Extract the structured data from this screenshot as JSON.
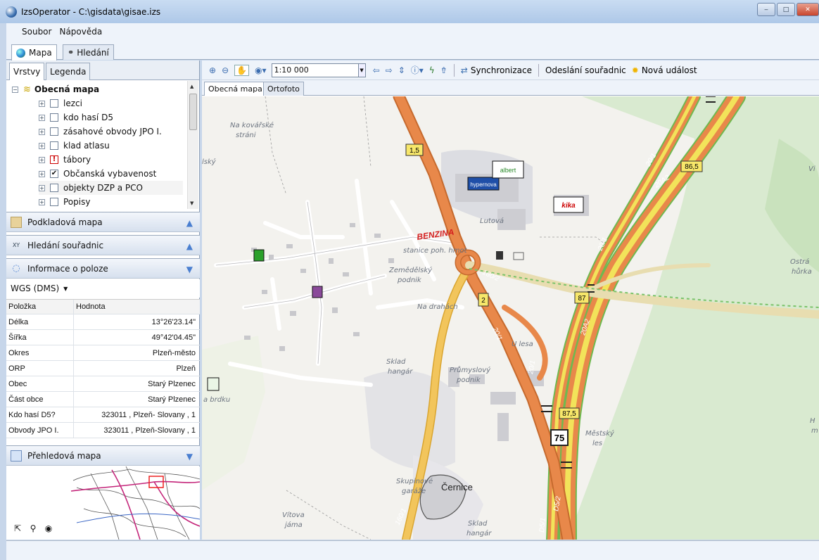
{
  "window": {
    "title": "IzsOperator - C:\\gisdata\\gisae.izs",
    "min": "‒",
    "max": "□",
    "close": "✕"
  },
  "menu": [
    "Soubor",
    "Nápověda"
  ],
  "main_tabs": [
    {
      "label": "Mapa"
    },
    {
      "label": "Hledání"
    }
  ],
  "left_tabs": [
    "Vrstvy",
    "Legenda"
  ],
  "layers": {
    "root": "Obecná mapa",
    "items": [
      {
        "label": "lezci",
        "checked": false
      },
      {
        "label": "kdo hasí D5",
        "checked": false
      },
      {
        "label": "zásahové obvody JPO I.",
        "checked": false
      },
      {
        "label": "klad atlasu",
        "checked": false
      },
      {
        "label": "tábory",
        "checked": false,
        "warning": true
      },
      {
        "label": "Občanská vybavenost",
        "checked": true
      },
      {
        "label": "objekty DZP a PCO",
        "checked": false
      },
      {
        "label": "Popisy",
        "checked": false
      }
    ]
  },
  "panels": {
    "podkladova": "Podkladová mapa",
    "hledani": "Hledání souřadnic",
    "informace": "Informace o poloze",
    "prehledova": "Přehledová mapa",
    "xy_icon": "XY"
  },
  "coord_system": "WGS (DMS)",
  "info_grid": {
    "headers": [
      "Položka",
      "Hodnota"
    ],
    "rows": [
      [
        "Délka",
        "13°26'23.14\""
      ],
      [
        "Šířka",
        "49°42'04.45\""
      ],
      [
        "Okres",
        "Plzeň-město"
      ],
      [
        "ORP",
        "Plzeň"
      ],
      [
        "Obec",
        "Starý Plzenec"
      ],
      [
        "Část obce",
        "Starý Plzenec"
      ],
      [
        "Kdo hasí D5?",
        "323011 , Plzeň- Slovany , 1"
      ],
      [
        "Obvody JPO I.",
        "323011 , Plzeň-Slovany , 1"
      ]
    ]
  },
  "toolbar": {
    "scale": "1:10 000",
    "sync": "Synchronizace",
    "send": "Odeslání souřadnic",
    "new_event": "Nová událost"
  },
  "map_tabs": [
    "Obecná mapa",
    "Ortofoto"
  ],
  "map_labels": {
    "kovarske": "Na kovářské",
    "strani": "stráni",
    "sky": "lský",
    "lutova": "Lutová",
    "benzina": "BENZINA",
    "stanice": "stanice poh. hmot",
    "zemedelsky": "Zemědělský",
    "podnik": "podnik",
    "na_drahach": "Na drahách",
    "u_lesa": "U lesa",
    "sklad": "Sklad",
    "hangar": "hangár",
    "prumyslovy": "Průmyslový",
    "podnik2": "podnik",
    "brdku": "a brdku",
    "mestsky": "Městský",
    "les": "les",
    "skupinove": "Skupinové",
    "garaze": "garáže",
    "cernice": "Černice",
    "vitova": "Vítova",
    "jama": "jáma",
    "sklad2": "Sklad",
    "hangar2": "hangár",
    "ostra": "Ostrá",
    "hurka": "hůrka",
    "vi": "Vi",
    "h": "H",
    "m": "m",
    "road_15": "1,5",
    "road_865": "86,5",
    "road_87": "87",
    "road_2": "2",
    "road_875": "87,5",
    "road_75": "75",
    "r180": "180/2",
    "r20_1": "20/1",
    "r20a2": "20A2",
    "rd52": "D5/2",
    "rd51": "D5/1",
    "r160": "160/1",
    "hypernova": "hypernova",
    "albert": "albert",
    "kika": "kika"
  },
  "colors": {
    "motorway": "#f2c55c",
    "road_orange": "#e8884a",
    "forest": "#d9ead0",
    "water_ring": "#e66"
  }
}
